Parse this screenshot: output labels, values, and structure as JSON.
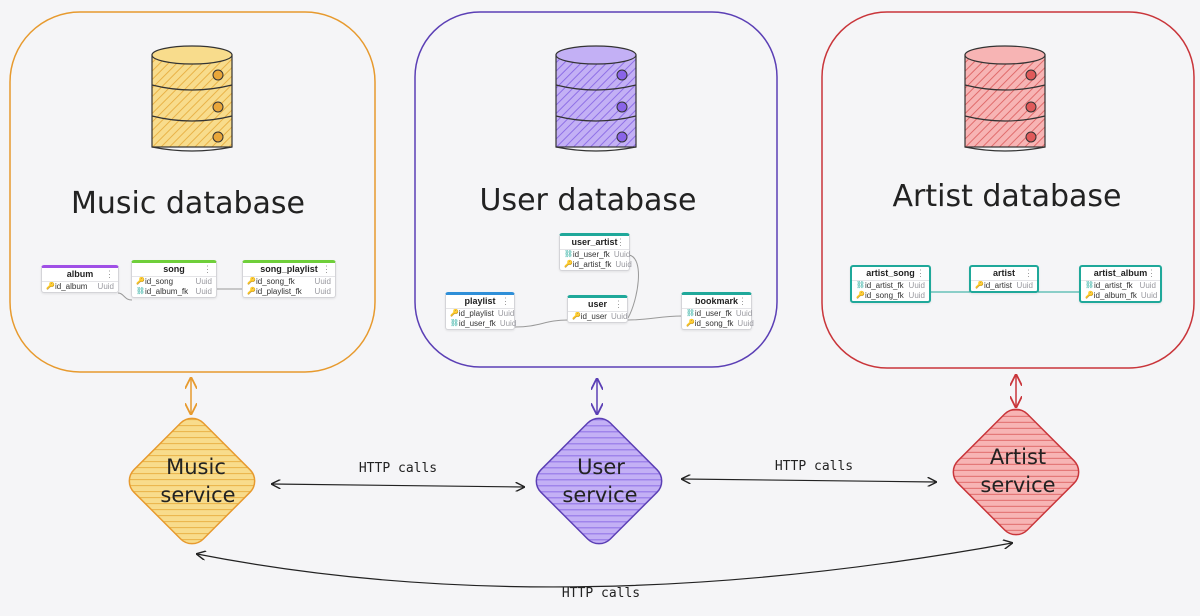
{
  "colors": {
    "music": "#e79a2e",
    "music_fill": "#f6cf6e",
    "user": "#5b3fb5",
    "user_fill": "#a88cf0",
    "artist": "#c9353a",
    "artist_fill": "#f08b8b",
    "green_head": "#6fcf3a",
    "purple_head": "#a050e6",
    "blue_head": "#2f8fd8",
    "teal_head": "#1fa89a"
  },
  "databases": {
    "music": {
      "title": "Music database",
      "icon": "database-icon"
    },
    "user": {
      "title": "User database",
      "icon": "database-icon"
    },
    "artist": {
      "title": "Artist database",
      "icon": "database-icon"
    }
  },
  "services": {
    "music": {
      "line1": "Music",
      "line2": "service"
    },
    "user": {
      "line1": "User",
      "line2": "service"
    },
    "artist": {
      "line1": "Artist",
      "line2": "service"
    }
  },
  "http_labels": {
    "music_user": "HTTP calls",
    "user_artist": "HTTP calls",
    "music_artist": "HTTP calls"
  },
  "tables": {
    "album": {
      "name": "album",
      "rows": [
        {
          "key": "pk",
          "field": "id_album",
          "type": "Uuid"
        }
      ]
    },
    "song": {
      "name": "song",
      "rows": [
        {
          "key": "pk",
          "field": "id_song",
          "type": "Uuid"
        },
        {
          "key": "fk",
          "field": "id_album_fk",
          "type": "Uuid"
        }
      ]
    },
    "song_playlist": {
      "name": "song_playlist",
      "rows": [
        {
          "key": "fk",
          "field": "id_song_fk",
          "type": "Uuid"
        },
        {
          "key": "pk",
          "field": "id_playlist_fk",
          "type": "Uuid"
        }
      ]
    },
    "user_artist": {
      "name": "user_artist",
      "rows": [
        {
          "key": "fk",
          "field": "id_user_fk",
          "type": "Uuid"
        },
        {
          "key": "pk",
          "field": "id_artist_fk",
          "type": "Uuid"
        }
      ]
    },
    "playlist": {
      "name": "playlist",
      "rows": [
        {
          "key": "pk",
          "field": "id_playlist",
          "type": "Uuid"
        },
        {
          "key": "fk",
          "field": "id_user_fk",
          "type": "Uuid"
        }
      ]
    },
    "user": {
      "name": "user",
      "rows": [
        {
          "key": "pk",
          "field": "id_user",
          "type": "Uuid"
        }
      ]
    },
    "bookmark": {
      "name": "bookmark",
      "rows": [
        {
          "key": "fk",
          "field": "id_user_fk",
          "type": "Uuid"
        },
        {
          "key": "pk",
          "field": "id_song_fk",
          "type": "Uuid"
        }
      ]
    },
    "artist_song": {
      "name": "artist_song",
      "rows": [
        {
          "key": "fk",
          "field": "id_artist_fk",
          "type": "Uuid"
        },
        {
          "key": "pk",
          "field": "id_song_fk",
          "type": "Uuid"
        }
      ]
    },
    "artist": {
      "name": "artist",
      "rows": [
        {
          "key": "pk",
          "field": "id_artist",
          "type": "Uuid"
        }
      ]
    },
    "artist_album": {
      "name": "artist_album",
      "rows": [
        {
          "key": "fk",
          "field": "id_artist_fk",
          "type": "Uuid"
        },
        {
          "key": "pk",
          "field": "id_album_fk",
          "type": "Uuid"
        }
      ]
    }
  }
}
